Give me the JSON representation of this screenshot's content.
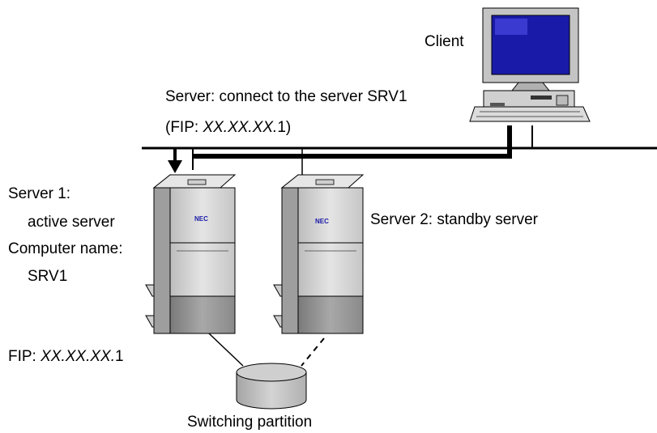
{
  "labels": {
    "client": "Client",
    "connect_line1": "Server: connect to the server SRV1",
    "connect_line2_prefix": "(FIP: ",
    "connect_line2_ip": "XX.XX.XX.",
    "connect_line2_suffix": "1)",
    "server1_line1": "Server 1:",
    "server1_line2": "active server",
    "server1_line3": "Computer name:",
    "server1_line4": "SRV1",
    "server2": "Server 2: standby server",
    "fip_prefix": "FIP: ",
    "fip_ip": "XX.XX.XX.",
    "fip_suffix": "1",
    "switching_partition": "Switching partition"
  },
  "logos": {
    "server1": "NEC",
    "server2": "NEC"
  }
}
